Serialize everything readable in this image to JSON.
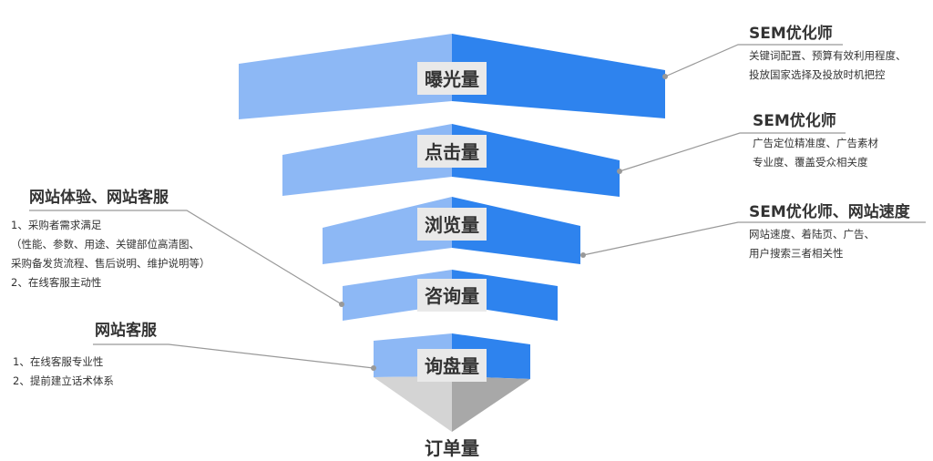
{
  "colors": {
    "band_light": "#8db8f5",
    "band_dark": "#2e83ee",
    "cone_light": "#d4d4d4",
    "cone_dark": "#a8a8a8",
    "connector": "#999999",
    "label_bg": "#e9e9e9",
    "text": "#333333"
  },
  "funnel": {
    "stages": [
      {
        "label": "曝光量"
      },
      {
        "label": "点击量"
      },
      {
        "label": "浏览量"
      },
      {
        "label": "咨询量"
      },
      {
        "label": "询盘量"
      }
    ],
    "final_label": "订单量"
  },
  "annotations": {
    "right": [
      {
        "title": "SEM优化师",
        "lines": [
          "关键词配置、预算有效利用程度、",
          "投放国家选择及投放时机把控"
        ]
      },
      {
        "title": "SEM优化师",
        "lines": [
          "广告定位精准度、广告素材",
          "专业度、覆盖受众相关度"
        ]
      },
      {
        "title": "SEM优化师、网站速度",
        "lines": [
          "网站速度、着陆页、广告、",
          "用户搜索三者相关性"
        ]
      }
    ],
    "left": [
      {
        "title": "网站体验、网站客服",
        "lines": [
          "1、采购者需求满足",
          "（性能、参数、用途、关键部位高清图、",
          "采购备发货流程、售后说明、维护说明等）",
          "2、在线客服主动性"
        ]
      },
      {
        "title": "网站客服",
        "lines": [
          "1、在线客服专业性",
          "2、提前建立话术体系"
        ]
      }
    ]
  }
}
